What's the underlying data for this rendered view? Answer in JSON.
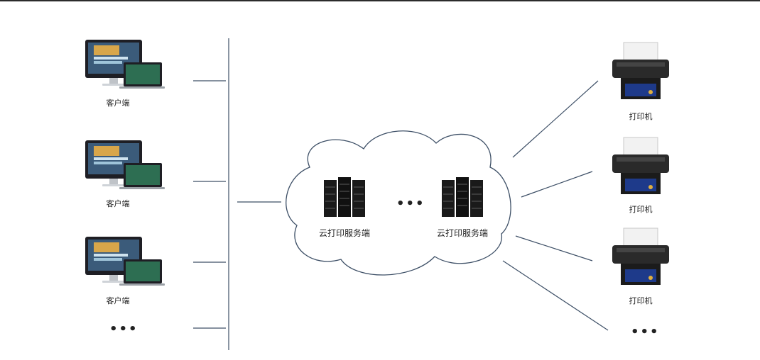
{
  "diagram": {
    "clients": [
      {
        "label": "客户端"
      },
      {
        "label": "客户端"
      },
      {
        "label": "客户端"
      }
    ],
    "clients_more": "•••",
    "servers": [
      {
        "label": "云打印服务端"
      },
      {
        "label": "云打印服务端"
      }
    ],
    "servers_more": "•••",
    "printers": [
      {
        "label": "打印机"
      },
      {
        "label": "打印机"
      },
      {
        "label": "打印机"
      }
    ],
    "printers_more": "•••"
  }
}
